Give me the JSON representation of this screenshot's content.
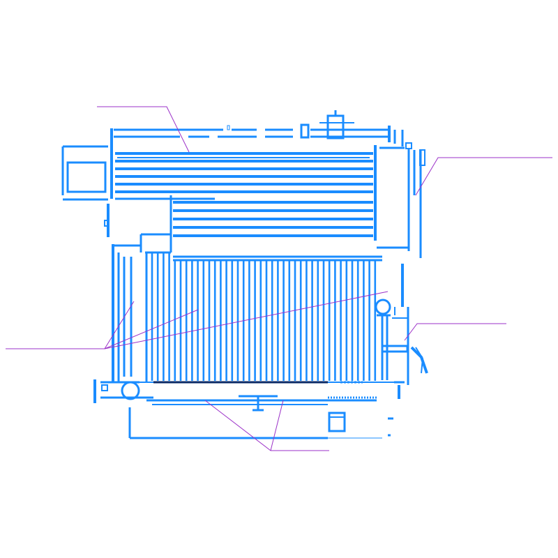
{
  "diagram": {
    "description_free": true,
    "colors": {
      "drawing": "#1a8cff",
      "leader_lines": "#9b30c8",
      "background": "#ffffff"
    },
    "callouts": [
      {
        "id": "callout-top-left",
        "label": ""
      },
      {
        "id": "callout-right-upper",
        "label": ""
      },
      {
        "id": "callout-left-middle",
        "label": ""
      },
      {
        "id": "callout-right-middle",
        "label": ""
      },
      {
        "id": "callout-bottom",
        "label": ""
      }
    ]
  }
}
